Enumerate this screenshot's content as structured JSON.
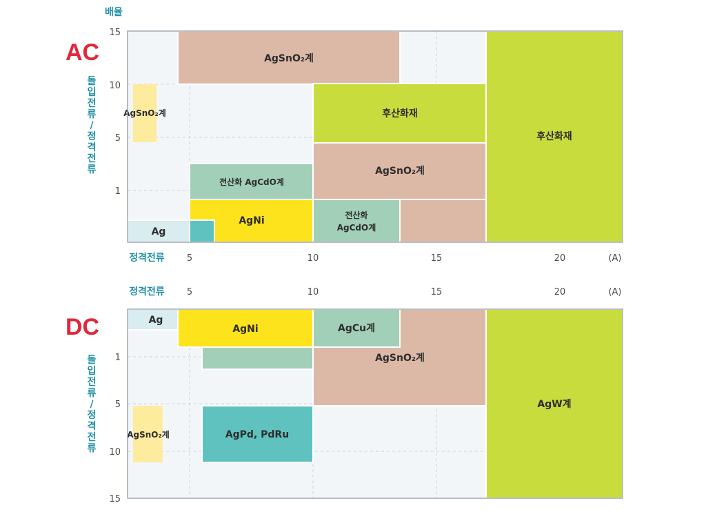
{
  "colors": {
    "plot_bg": "#f3f6f9",
    "agsno2": "#dcb8a6",
    "green": "#c9dc3e",
    "mint": "#a2cfb8",
    "yellow": "#fde31b",
    "teal": "#5fc2bf",
    "lightblue": "#d9ecf0",
    "paleyellow": "#fdeb9e",
    "section_label": "#e0283a",
    "axis_label": "#1f8fa6"
  },
  "ac": {
    "section_label": "AC",
    "top_axis_label": "배율",
    "y_axis_label": [
      "돌",
      "입",
      "전",
      "류",
      "/",
      "정",
      "격",
      "전",
      "류"
    ],
    "y_ticks": [
      "15",
      "10",
      "5",
      "1"
    ],
    "x_axis_label": "정격전류",
    "x_ticks": [
      "5",
      "10",
      "15",
      "20",
      "(A)"
    ],
    "blocks": {
      "agsno2_top": "AgSnO₂계",
      "huusan_right": "후산화재",
      "agsno2_small": "AgSnO₂계",
      "huusan_mid": "후산화재",
      "agsno2_mid": "AgSnO₂계",
      "jeonsan_agcdo": "전산화 AgCdO계",
      "agni": "AgNi",
      "jeonsan2_line1": "전산화",
      "jeonsan2_line2": "AgCdO계",
      "ag": "Ag"
    }
  },
  "dc": {
    "section_label": "DC",
    "y_axis_label": [
      "돌",
      "입",
      "전",
      "류",
      "/",
      "정",
      "격",
      "전",
      "류"
    ],
    "y_ticks": [
      "1",
      "5",
      "10",
      "15"
    ],
    "x_axis_label": "정격전류",
    "x_ticks": [
      "5",
      "10",
      "15",
      "20",
      "(A)"
    ],
    "blocks": {
      "ag": "Ag",
      "agni": "AgNi",
      "agcu": "AgCu계",
      "agsno2": "AgSnO₂계",
      "agw": "AgW계",
      "agsno2_small": "AgSnO₂계",
      "agpd": "AgPd, PdRu"
    }
  }
}
